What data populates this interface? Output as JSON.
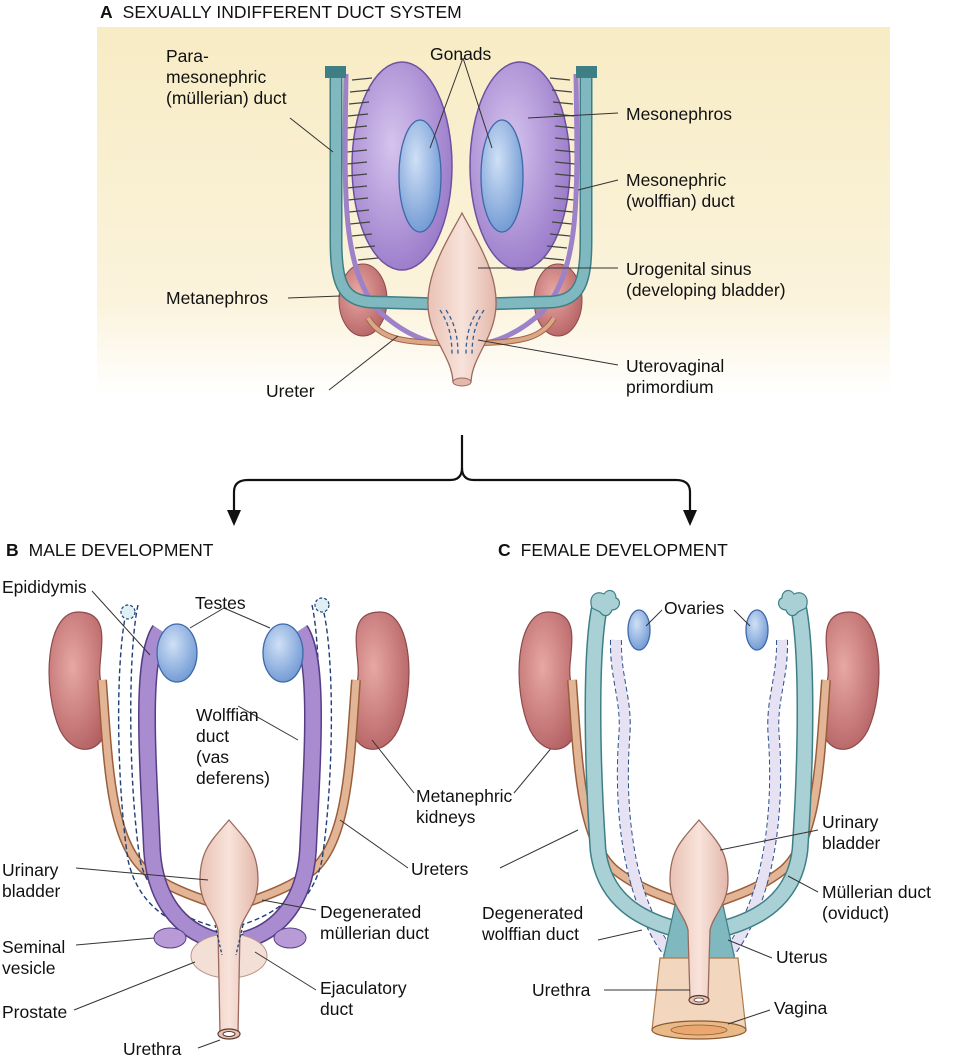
{
  "panels": {
    "a": {
      "letter": "A",
      "title": "SEXUALLY INDIFFERENT DUCT SYSTEM",
      "labels": {
        "paramesonephric": "Para-\nmesonephric\n(müllerian) duct",
        "gonads": "Gonads",
        "mesonephros": "Mesonephros",
        "mesonephric_duct": "Mesonephric\n(wolffian) duct",
        "urogenital_sinus": "Urogenital sinus\n(developing bladder)",
        "metanephros": "Metanephros",
        "uterovaginal": "Uterovaginal\nprimordium",
        "ureter": "Ureter"
      }
    },
    "b": {
      "letter": "B",
      "title": "MALE DEVELOPMENT",
      "labels": {
        "epididymis": "Epididymis",
        "testes": "Testes",
        "wolffian_duct": "Wolffian\nduct\n(vas\ndeferens)",
        "urinary_bladder": "Urinary\nbladder",
        "degenerated_mullerian": "Degenerated\nmüllerian duct",
        "seminal_vesicle": "Seminal\nvesicle",
        "ejaculatory_duct": "Ejaculatory\nduct",
        "prostate": "Prostate",
        "urethra": "Urethra"
      }
    },
    "shared": {
      "metanephric_kidneys": "Metanephric\nkidneys",
      "ureters": "Ureters"
    },
    "c": {
      "letter": "C",
      "title": "FEMALE DEVELOPMENT",
      "labels": {
        "ovaries": "Ovaries",
        "urinary_bladder": "Urinary\nbladder",
        "mullerian_duct": "Müllerian duct\n(oviduct)",
        "degenerated_wolffian": "Degenerated\nwolffian duct",
        "uterus": "Uterus",
        "urethra": "Urethra",
        "vagina": "Vagina"
      }
    }
  },
  "colors": {
    "background_band": "#f7ecc4",
    "mesonephros": "#b79ad6",
    "gonad": "#8fb4e3",
    "mullerian_duct": "#7fb3b8",
    "wolffian_duct": "#a98bd0",
    "kidney": "#c47a7a",
    "ureter": "#d9a88a",
    "bladder": "#f0d2c8",
    "vagina": "#e9b98a"
  }
}
